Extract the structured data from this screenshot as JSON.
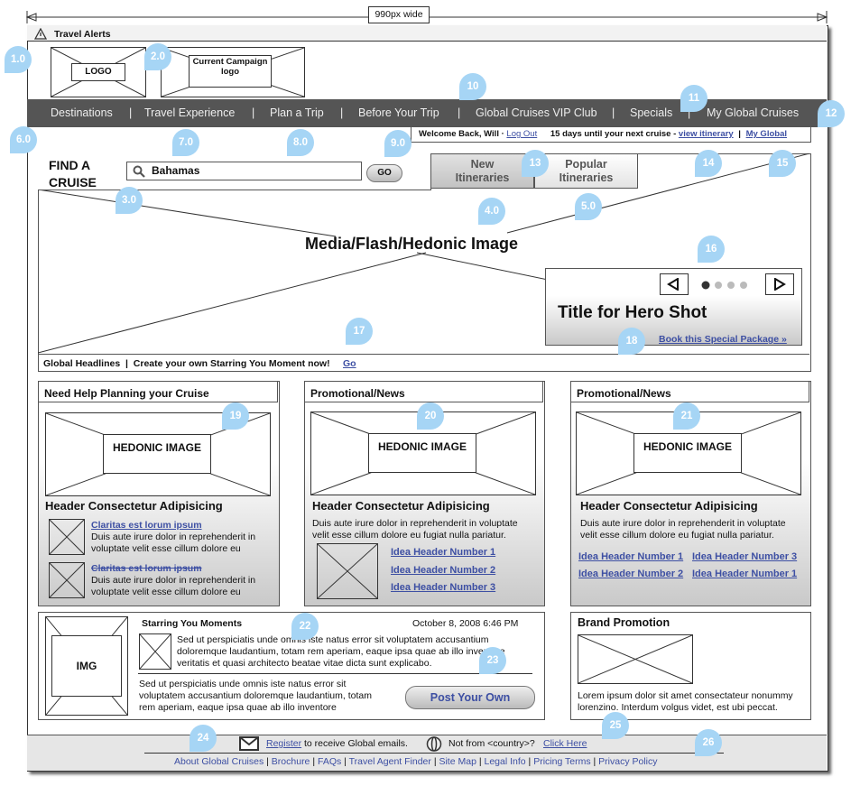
{
  "annotations": {
    "width_label": "990px wide",
    "pins": [
      "1.0",
      "2.0",
      "10",
      "11",
      "12",
      "6.0",
      "7.0",
      "8.0",
      "9.0",
      "13",
      "14",
      "15",
      "3.0",
      "4.0",
      "5.0",
      "16",
      "17",
      "18",
      "19",
      "20",
      "21",
      "22",
      "23",
      "24",
      "25",
      "26"
    ]
  },
  "alert_bar": {
    "label": "Travel Alerts",
    "icon": "warning-icon"
  },
  "header": {
    "logo": "LOGO",
    "campaign_logo": "Current Campaign logo"
  },
  "nav": {
    "items": [
      "Destinations",
      "Travel Experience",
      "Plan a Trip",
      "Before Your Trip",
      "Global Cruises VIP Club",
      "Specials",
      "My Global Cruises"
    ]
  },
  "user_bar": {
    "welcome": "Welcome Back, Will ·",
    "logout": "Log Out",
    "countdown": "15 days until your next cruise -",
    "view_itinerary": "view itinerary",
    "sep": "|",
    "my_global": "My Global"
  },
  "search": {
    "title": "FIND A CRUISE",
    "value": "Bahamas",
    "go": "GO",
    "tab_new": "New Itineraries",
    "tab_popular": "Popular Itineraries"
  },
  "hero": {
    "placeholder": "Media/Flash/Hedonic Image",
    "title": "Title for Hero Shot",
    "book_link": "Book this Special Package",
    "book_arrow": "»"
  },
  "headlines": {
    "text": "Global Headlines  |  Create your own Starring You Moment now!",
    "link": "Go"
  },
  "col1": {
    "header": "Need Help Planning your Cruise",
    "image": "HEDONIC IMAGE",
    "subhead": "Header Consectetur Adipisicing",
    "items": [
      {
        "link": "Claritas est lorum ipsum",
        "text": "Duis aute irure dolor in reprehenderit in voluptate velit esse cillum dolore eu"
      },
      {
        "link": "Claritas est lorum ipsum",
        "text": "Duis aute irure dolor in reprehenderit in voluptate velit esse cillum dolore eu"
      }
    ]
  },
  "col2": {
    "header": "Promotional/News",
    "image": "HEDONIC IMAGE",
    "subhead": "Header Consectetur Adipisicing",
    "text": "Duis aute irure dolor in reprehenderit in voluptate velit esse cillum dolore eu fugiat nulla pariatur.",
    "links": [
      "Idea Header Number 1",
      "Idea Header Number 2",
      "Idea Header Number 3"
    ]
  },
  "col3": {
    "header": "Promotional/News",
    "image": "HEDONIC IMAGE",
    "subhead": "Header Consectetur Adipisicing",
    "text": "Duis aute irure dolor in reprehenderit in voluptate velit esse cillum dolore eu fugiat nulla pariatur.",
    "links": [
      "Idea Header Number 1",
      "Idea Header Number 3",
      "Idea Header Number 2",
      "Idea Header Number 1"
    ]
  },
  "moments": {
    "img": "IMG",
    "title": "Starring You Moments",
    "date": "October 8, 2008 6:46 PM",
    "text1": "Sed ut perspiciatis unde omnis iste natus error sit voluptatem accusantium doloremque laudantium, totam rem aperiam, eaque ipsa quae ab illo inventore veritatis et quasi architecto beatae vitae dicta sunt explicabo.",
    "text2": "Sed ut perspiciatis unde omnis iste natus error sit voluptatem accusantium doloremque laudantium, totam rem aperiam, eaque ipsa quae ab illo inventore",
    "button": "Post Your Own"
  },
  "brand": {
    "title": "Brand Promotion",
    "text": "Lorem ipsum dolor sit amet consectateur nonummy lorenzino. Interdum volgus videt, est ubi peccat."
  },
  "footer": {
    "register": "Register",
    "register_text": "to receive Global emails.",
    "country_text": "Not from <country>?",
    "click_here": "Click Here",
    "links": [
      "About Global Cruises",
      "Brochure",
      "FAQs",
      "Travel Agent Finder",
      "Site Map",
      "Legal Info",
      "Pricing Terms",
      "Privacy Policy"
    ]
  }
}
